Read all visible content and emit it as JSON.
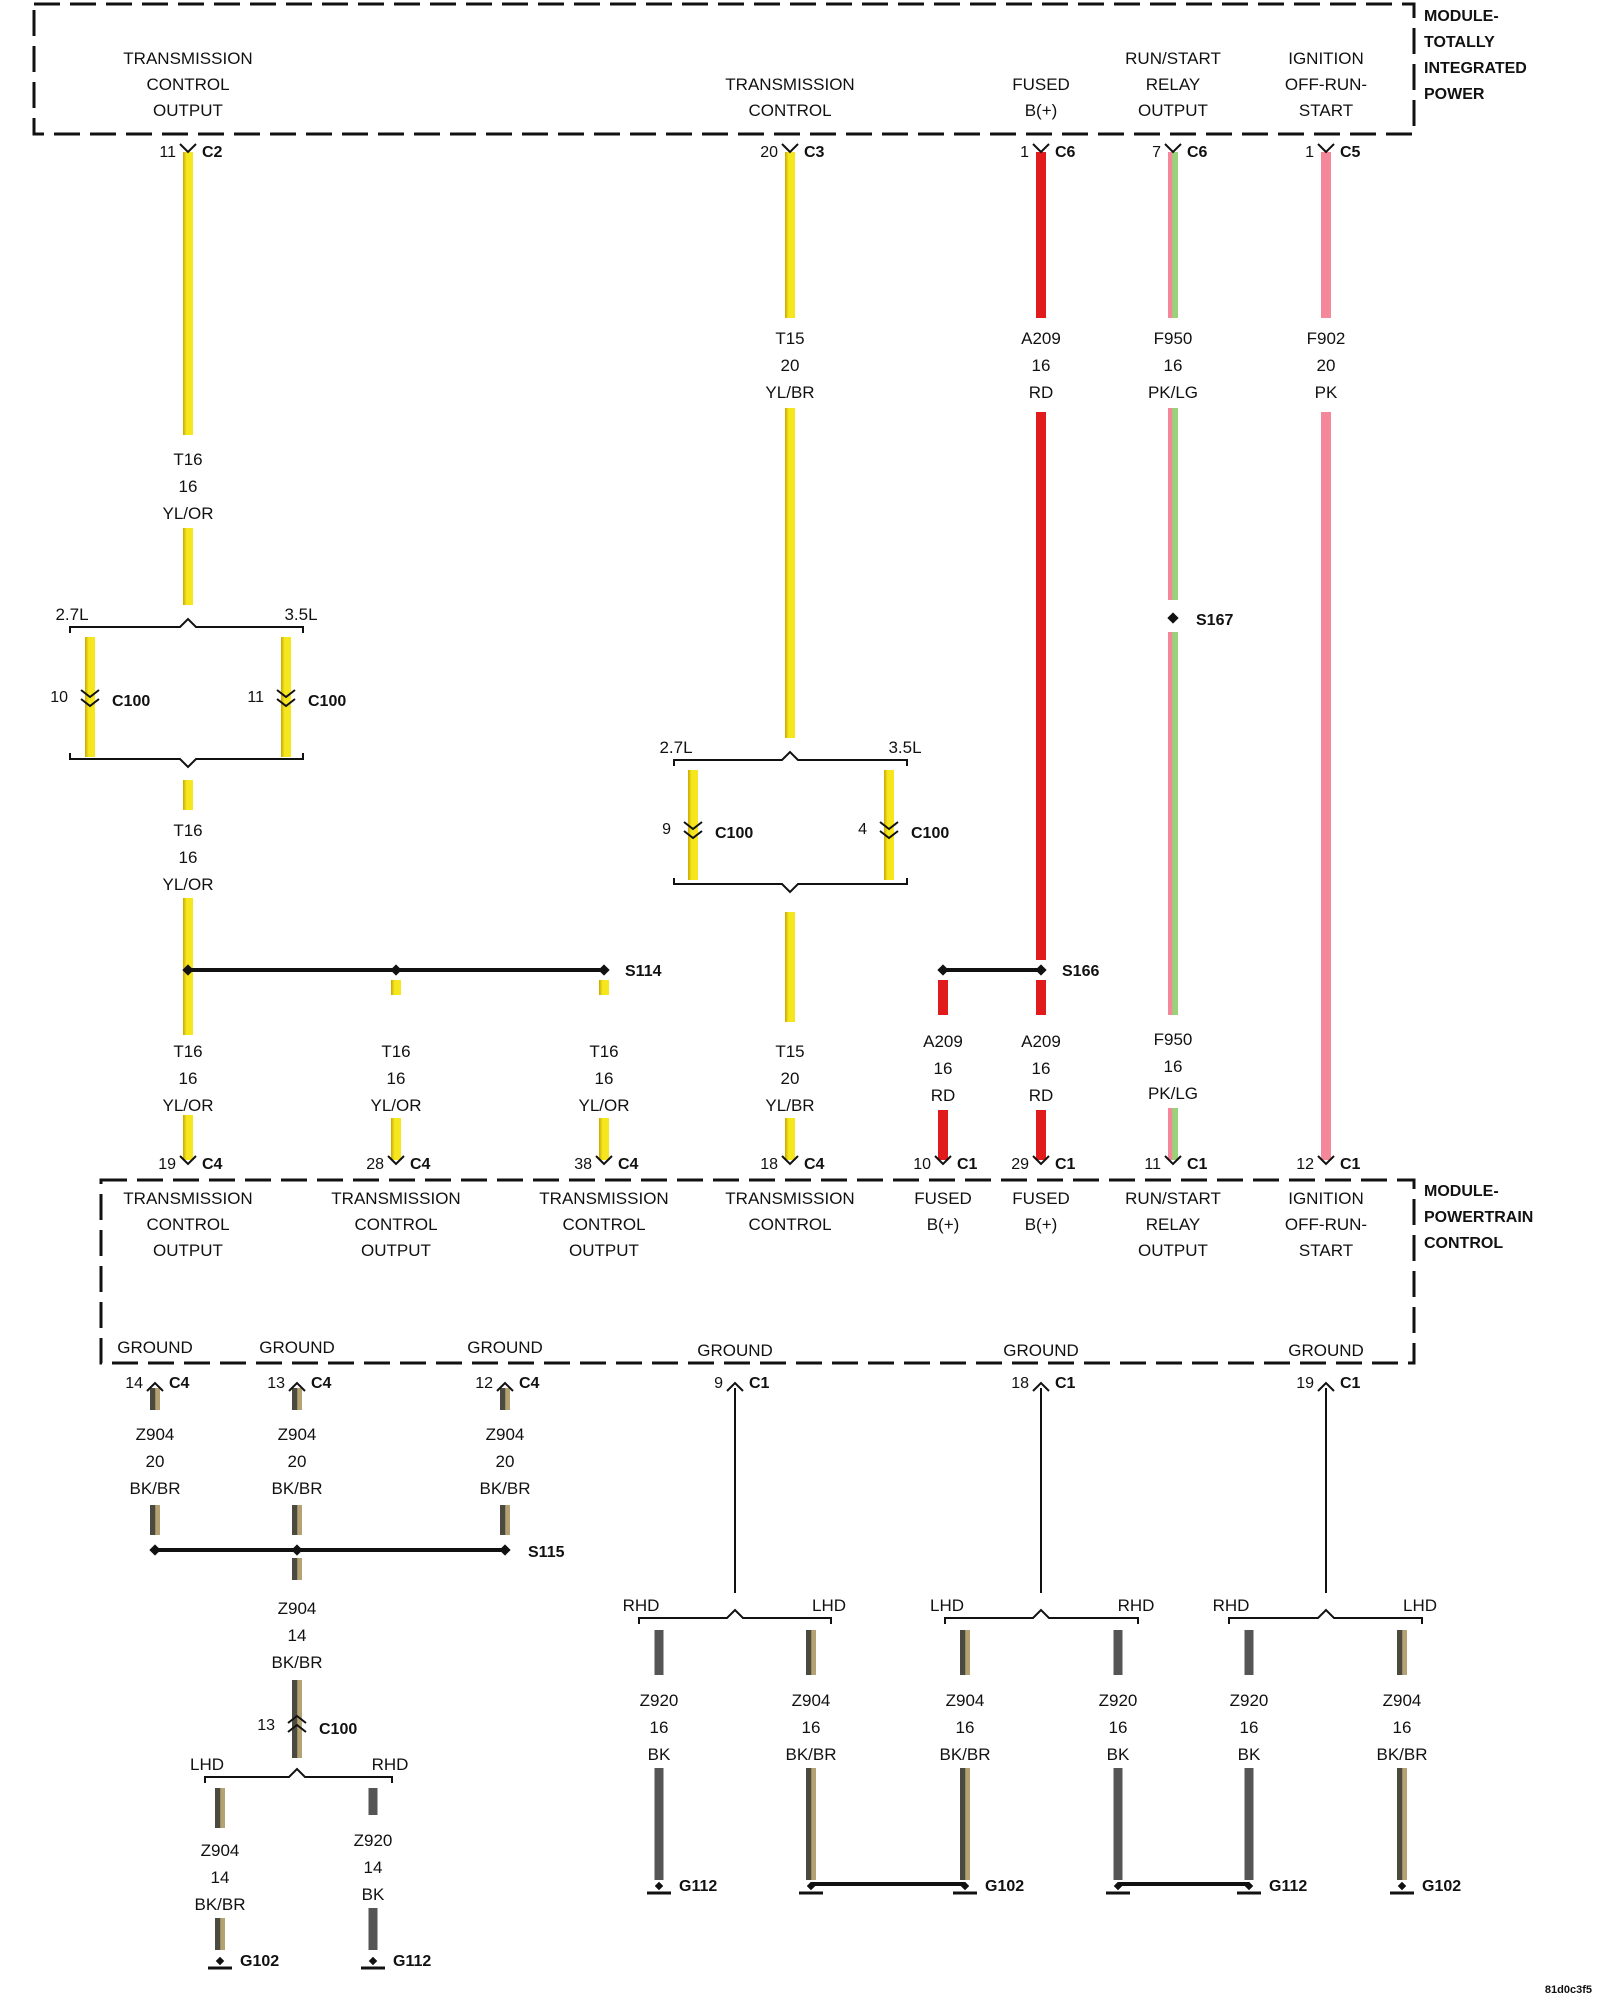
{
  "modules": {
    "tipm": {
      "name": [
        "MODULE-",
        "TOTALLY",
        "INTEGRATED",
        "POWER"
      ],
      "functions": [
        [
          "TRANSMISSION",
          "CONTROL",
          "OUTPUT"
        ],
        [
          "TRANSMISSION",
          "CONTROL"
        ],
        [
          "FUSED",
          "B(+)"
        ],
        [
          "RUN/START",
          "RELAY",
          "OUTPUT"
        ],
        [
          "IGNITION",
          "OFF-RUN-",
          "START"
        ]
      ],
      "pins": [
        {
          "pin": "11",
          "conn": "C2"
        },
        {
          "pin": "20",
          "conn": "C3"
        },
        {
          "pin": "1",
          "conn": "C6"
        },
        {
          "pin": "7",
          "conn": "C6"
        },
        {
          "pin": "1",
          "conn": "C5"
        }
      ]
    },
    "pcm": {
      "name": [
        "MODULE-",
        "POWERTRAIN",
        "CONTROL"
      ],
      "functions": [
        [
          "TRANSMISSION",
          "CONTROL",
          "OUTPUT"
        ],
        [
          "TRANSMISSION",
          "CONTROL",
          "OUTPUT"
        ],
        [
          "TRANSMISSION",
          "CONTROL",
          "OUTPUT"
        ],
        [
          "TRANSMISSION",
          "CONTROL"
        ],
        [
          "FUSED",
          "B(+)"
        ],
        [
          "FUSED",
          "B(+)"
        ],
        [
          "RUN/START",
          "RELAY",
          "OUTPUT"
        ],
        [
          "IGNITION",
          "OFF-RUN-",
          "START"
        ]
      ],
      "top_pins": [
        {
          "pin": "19",
          "conn": "C4"
        },
        {
          "pin": "28",
          "conn": "C4"
        },
        {
          "pin": "38",
          "conn": "C4"
        },
        {
          "pin": "18",
          "conn": "C4"
        },
        {
          "pin": "10",
          "conn": "C1"
        },
        {
          "pin": "29",
          "conn": "C1"
        },
        {
          "pin": "11",
          "conn": "C1"
        },
        {
          "pin": "12",
          "conn": "C1"
        }
      ],
      "ground_label": "GROUND",
      "ground_pins": [
        {
          "pin": "14",
          "conn": "C4"
        },
        {
          "pin": "13",
          "conn": "C4"
        },
        {
          "pin": "12",
          "conn": "C4"
        },
        {
          "pin": "9",
          "conn": "C1"
        },
        {
          "pin": "18",
          "conn": "C1"
        },
        {
          "pin": "19",
          "conn": "C1"
        }
      ]
    }
  },
  "wires": {
    "t16_top": [
      "T16",
      "16",
      "YL/OR"
    ],
    "t16_mid": [
      "T16",
      "16",
      "YL/OR"
    ],
    "t16_b1": [
      "T16",
      "16",
      "YL/OR"
    ],
    "t16_b2": [
      "T16",
      "16",
      "YL/OR"
    ],
    "t16_b3": [
      "T16",
      "16",
      "YL/OR"
    ],
    "t15_top": [
      "T15",
      "20",
      "YL/BR"
    ],
    "t15_bot": [
      "T15",
      "20",
      "YL/BR"
    ],
    "a209_top": [
      "A209",
      "16",
      "RD"
    ],
    "a209_b1": [
      "A209",
      "16",
      "RD"
    ],
    "a209_b2": [
      "A209",
      "16",
      "RD"
    ],
    "f950_top": [
      "F950",
      "16",
      "PK/LG"
    ],
    "f950_bot": [
      "F950",
      "16",
      "PK/LG"
    ],
    "f902": [
      "F902",
      "20",
      "PK"
    ],
    "z904_g1": [
      "Z904",
      "20",
      "BK/BR"
    ],
    "z904_g2": [
      "Z904",
      "20",
      "BK/BR"
    ],
    "z904_g3": [
      "Z904",
      "20",
      "BK/BR"
    ],
    "z904_main": [
      "Z904",
      "14",
      "BK/BR"
    ],
    "z904_lhd1": [
      "Z904",
      "14",
      "BK/BR"
    ],
    "z920_rhd1": [
      "Z920",
      "14",
      "BK"
    ],
    "z920_a": [
      "Z920",
      "16",
      "BK"
    ],
    "z904_b": [
      "Z904",
      "16",
      "BK/BR"
    ],
    "z904_c": [
      "Z904",
      "16",
      "BK/BR"
    ],
    "z920_d": [
      "Z920",
      "16",
      "BK"
    ],
    "z920_e": [
      "Z920",
      "16",
      "BK"
    ],
    "z904_f": [
      "Z904",
      "16",
      "BK/BR"
    ]
  },
  "options": {
    "eng_a": "2.7L",
    "eng_b": "3.5L",
    "lhd": "LHD",
    "rhd": "RHD"
  },
  "inline": {
    "c100_t16a": {
      "pin": "10",
      "conn": "C100"
    },
    "c100_t16b": {
      "pin": "11",
      "conn": "C100"
    },
    "c100_t15a": {
      "pin": "9",
      "conn": "C100"
    },
    "c100_t15b": {
      "pin": "4",
      "conn": "C100"
    },
    "c100_gnd": {
      "pin": "13",
      "conn": "C100"
    }
  },
  "splices": {
    "s114": "S114",
    "s166": "S166",
    "s167": "S167",
    "s115": "S115"
  },
  "grounds": {
    "g1": "G102",
    "g2": "G112",
    "g3": "G112",
    "g4": "G102",
    "g5": "G112",
    "g6": "G102"
  },
  "figure_id": "81d0c3f5",
  "colors": {
    "yellow": "#f5e61e",
    "yellow_edge": "#c9a800",
    "red": "#e11b1b",
    "pink": "#f4879a",
    "pink_green_a": "#f4879a",
    "pink_green_b": "#9ad27a",
    "ground_dark": "#4b4a40",
    "ground_tan": "#b5a273",
    "black": "#555555"
  }
}
